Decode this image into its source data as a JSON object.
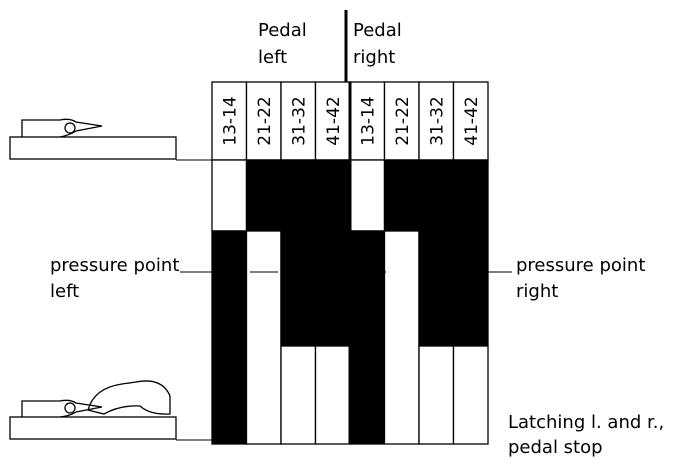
{
  "header": {
    "left_label_line1": "Pedal",
    "left_label_line2": "left",
    "right_label_line1": "Pedal",
    "right_label_line2": "right"
  },
  "columns": [
    {
      "label": "13-14",
      "group": "left"
    },
    {
      "label": "21-22",
      "group": "left"
    },
    {
      "label": "31-32",
      "group": "left"
    },
    {
      "label": "41-42",
      "group": "left"
    },
    {
      "label": "13-14",
      "group": "right"
    },
    {
      "label": "21-22",
      "group": "right"
    },
    {
      "label": "31-32",
      "group": "right"
    },
    {
      "label": "41-42",
      "group": "right"
    }
  ],
  "positions": {
    "pressure_left_line1": "pressure point",
    "pressure_left_line2": "left",
    "pressure_right_line1": "pressure point",
    "pressure_right_line2": "right",
    "latching_line1": "Latching l. and r.,",
    "latching_line2": "pedal stop"
  },
  "colors": {
    "on": "#000000",
    "off": "#ffffff",
    "line": "#000000"
  }
}
